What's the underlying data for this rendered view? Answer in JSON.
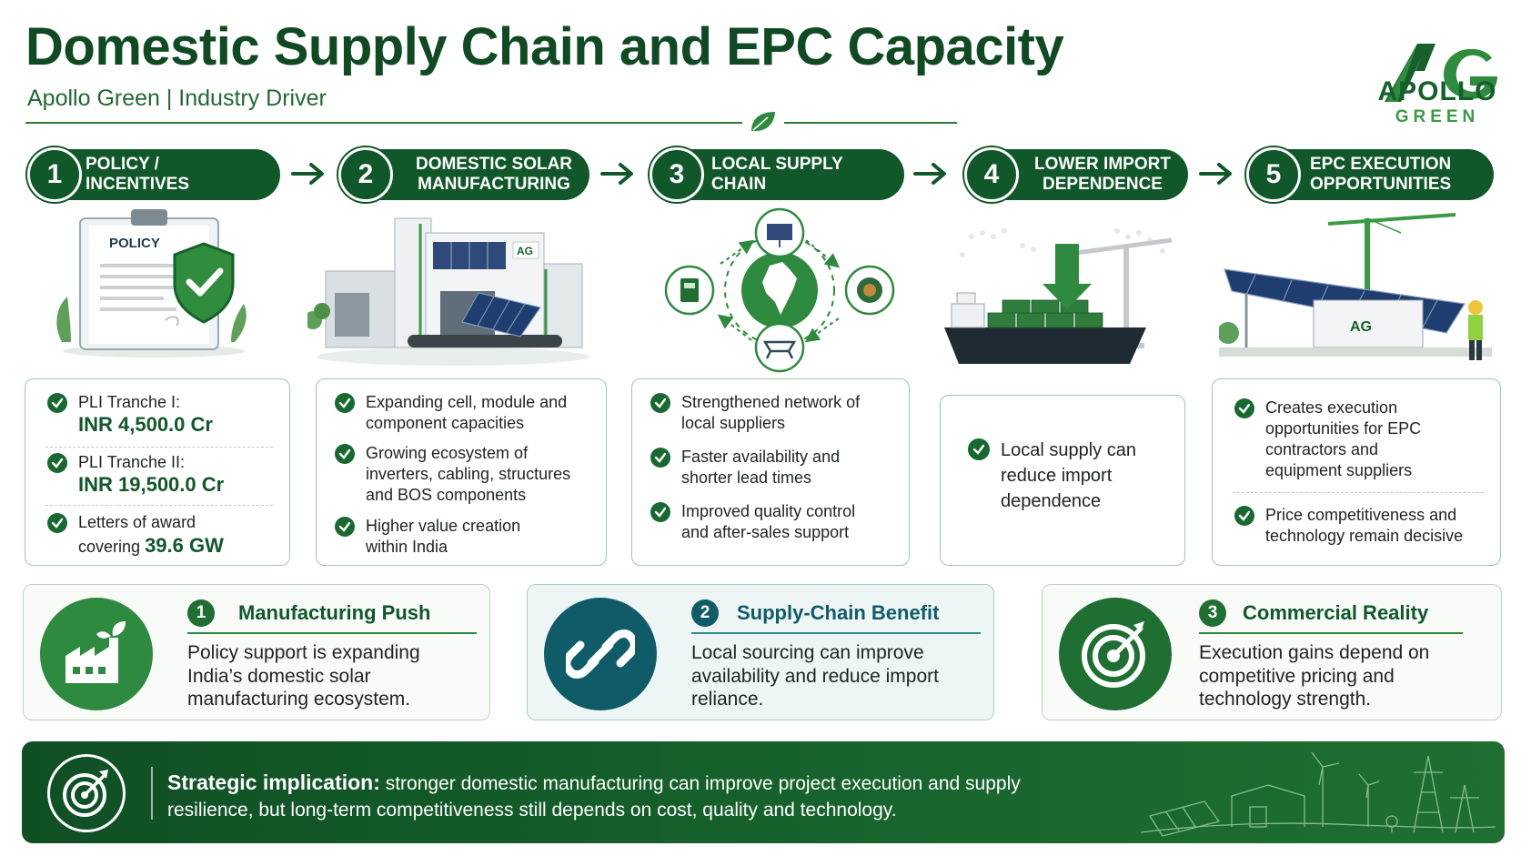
{
  "header": {
    "title": "Domestic Supply Chain and EPC Capacity",
    "subtitle": "Apollo Green | Industry Driver"
  },
  "logo": {
    "mark": "AG",
    "word": "APOLLO",
    "sub": "GREEN"
  },
  "steps": [
    {
      "num": "1",
      "label": "POLICY / INCENTIVES"
    },
    {
      "num": "2",
      "label": "DOMESTIC SOLAR MANUFACTURING"
    },
    {
      "num": "3",
      "label": "LOCAL SUPPLY CHAIN"
    },
    {
      "num": "4",
      "label": "LOWER IMPORT DEPENDENCE"
    },
    {
      "num": "5",
      "label": "EPC EXECUTION OPPORTUNITIES"
    }
  ],
  "illustrations": {
    "policy_doc_label": "POLICY",
    "factory_sign": "AG",
    "container_sign": "AG"
  },
  "cards": {
    "policy": {
      "b1_label": "PLI Tranche I:",
      "b1_value": "INR 4,500.0 Cr",
      "b2_label": "PLI Tranche II:",
      "b2_value": "INR 19,500.0 Cr",
      "b3_label": "Letters of award",
      "b3_label2": "covering",
      "b3_value": "39.6 GW"
    },
    "manufacturing": [
      "Expanding cell, module and component capacities",
      "Growing ecosystem of inverters, cabling, structures and BOS components",
      "Higher value creation within India"
    ],
    "supply": [
      "Strengthened network of local suppliers",
      "Faster availability and shorter lead times",
      "Improved quality control and after-sales support"
    ],
    "import": [
      "Local supply can reduce import dependence"
    ],
    "epc": [
      "Creates execution opportunities for EPC contractors and equipment suppliers",
      "Price competitiveness and technology remain decisive"
    ]
  },
  "panels": [
    {
      "num": "1",
      "title": "Manufacturing Push",
      "text": "Policy support is expanding India’s domestic solar manufacturing ecosystem."
    },
    {
      "num": "2",
      "title": "Supply-Chain Benefit",
      "text": "Local sourcing can improve availability and reduce import reliance."
    },
    {
      "num": "3",
      "title": "Commercial Reality",
      "text": "Execution gains depend on competitive pricing and technology strength."
    }
  ],
  "banner": {
    "lead": "Strategic implication:",
    "text": " stronger domestic manufacturing can improve project execution and supply resilience, but long-term competitiveness still depends on cost, quality and technology."
  },
  "colors": {
    "dark_green": "#10572a",
    "mid_green": "#2d8a3e",
    "teal": "#0f5c68",
    "card_border": "#9dcaa2"
  }
}
